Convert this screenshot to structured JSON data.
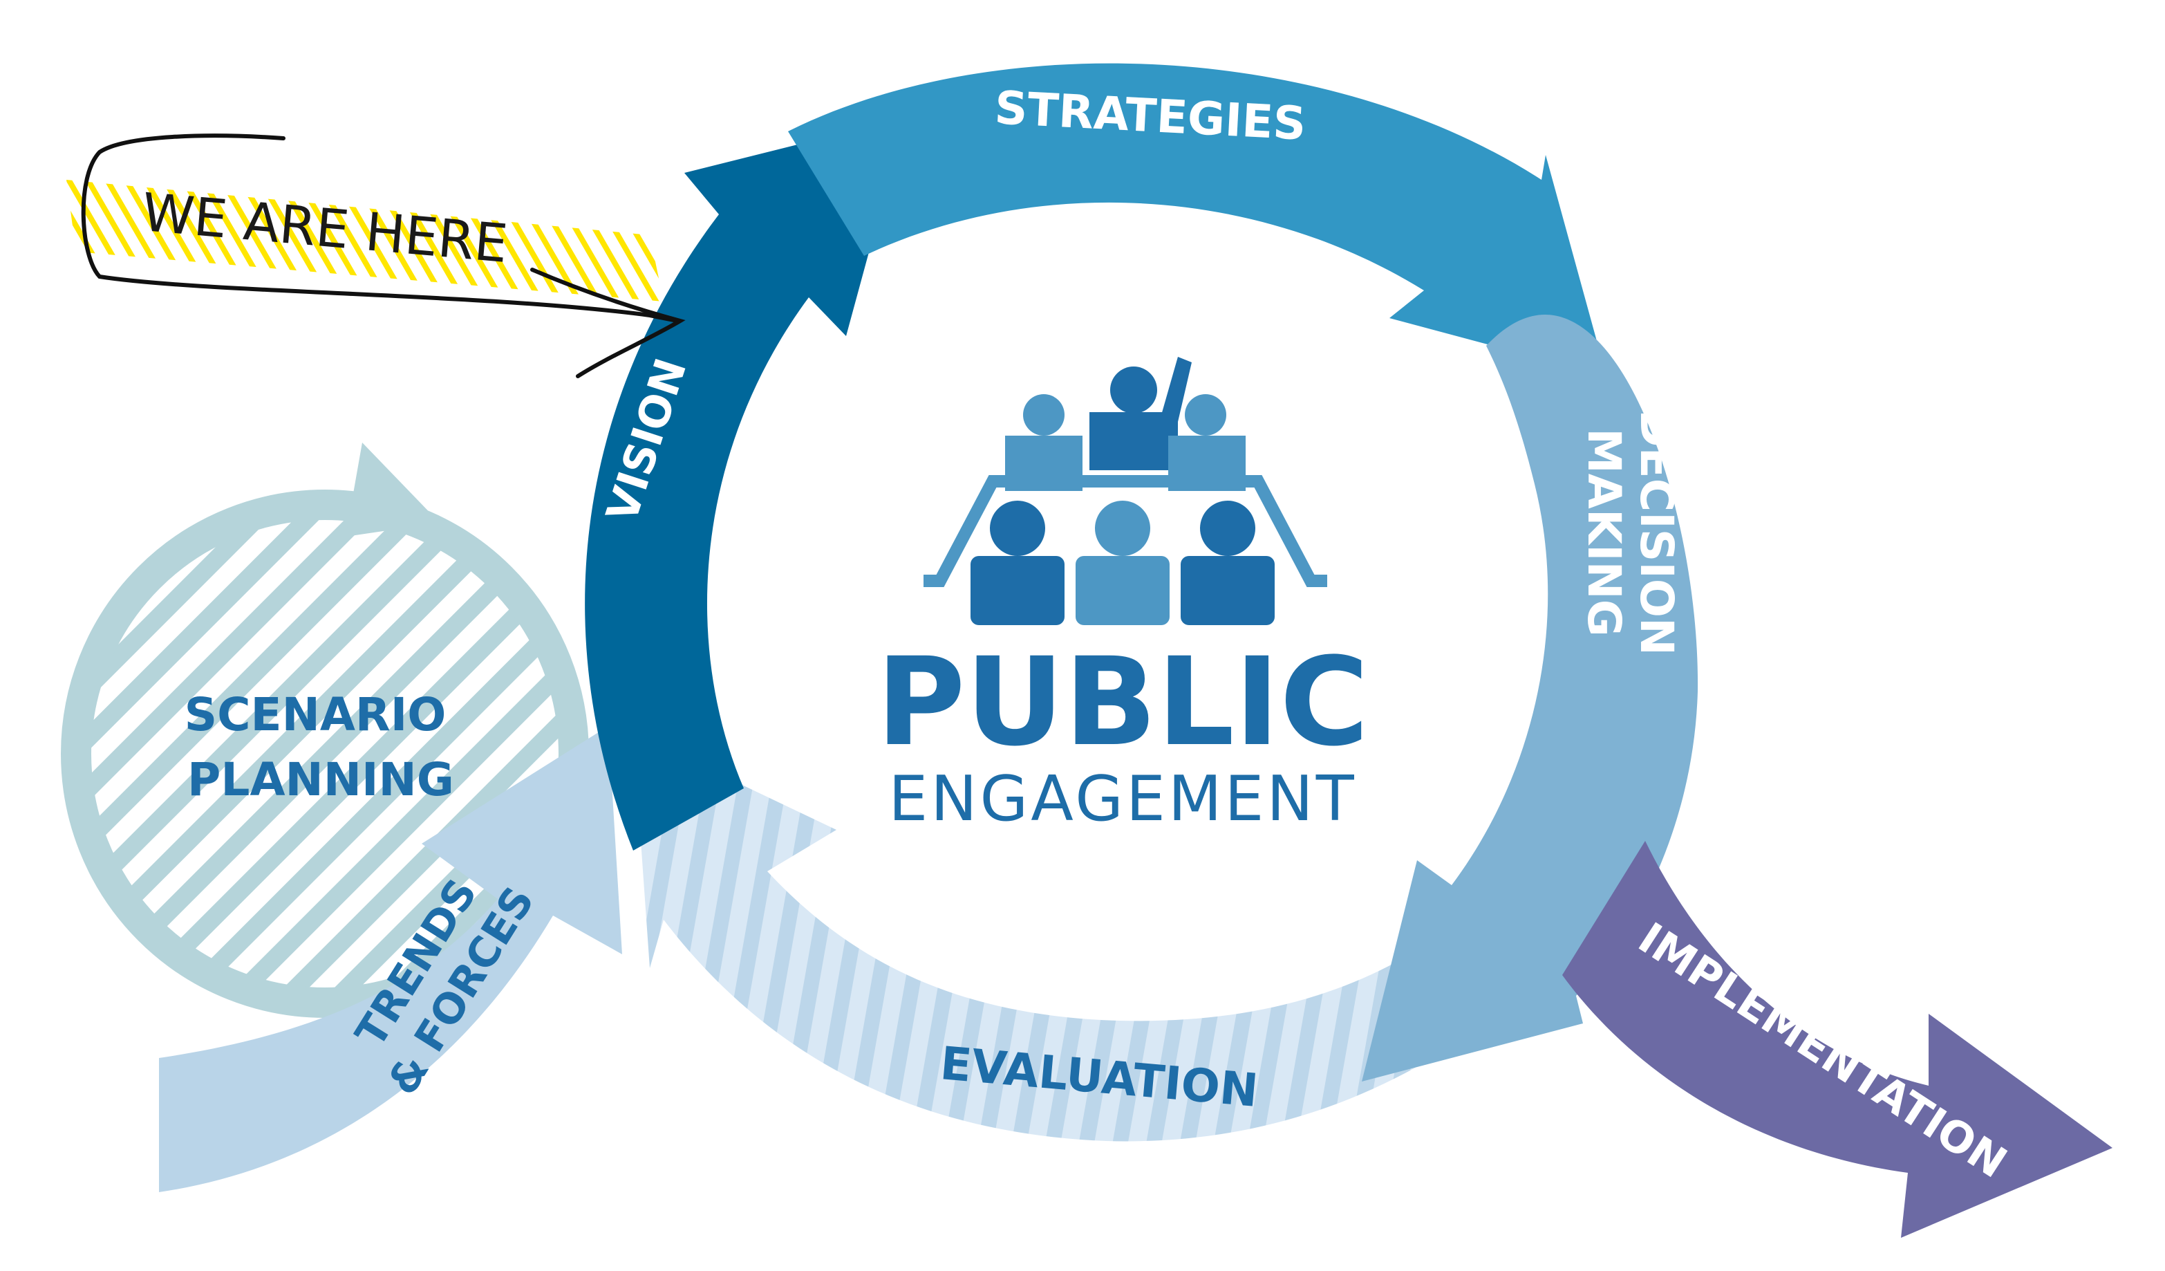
{
  "note": {
    "text": "WE ARE HERE"
  },
  "cycle": {
    "stages": {
      "strategies": "STRATEGIES",
      "decision_line1": "DECISION",
      "decision_line2": "MAKING",
      "vision": "VISION",
      "evaluation": "EVALUATION",
      "implementation": "IMPLEMENTATION"
    }
  },
  "side": {
    "scenario_line1": "SCENARIO",
    "scenario_line2": "PLANNING",
    "trends_line1": "TRENDS",
    "trends_line2": "& FORCES"
  },
  "center": {
    "title": "PUBLIC",
    "subtitle": "ENGAGEMENT",
    "icon": "meeting-people-icon"
  },
  "colors": {
    "vision": "#00679A",
    "strategies": "#3297C5",
    "decision": "#7FB2D3",
    "evaluation": "#D9E8F5",
    "evaluation_stripe": "#BCD6EA",
    "implementation": "#6C6AA4",
    "scenario": "#B5D4DA",
    "trends": "#B9D4E8",
    "title": "#1E6DA8",
    "highlight": "#FFE600"
  }
}
